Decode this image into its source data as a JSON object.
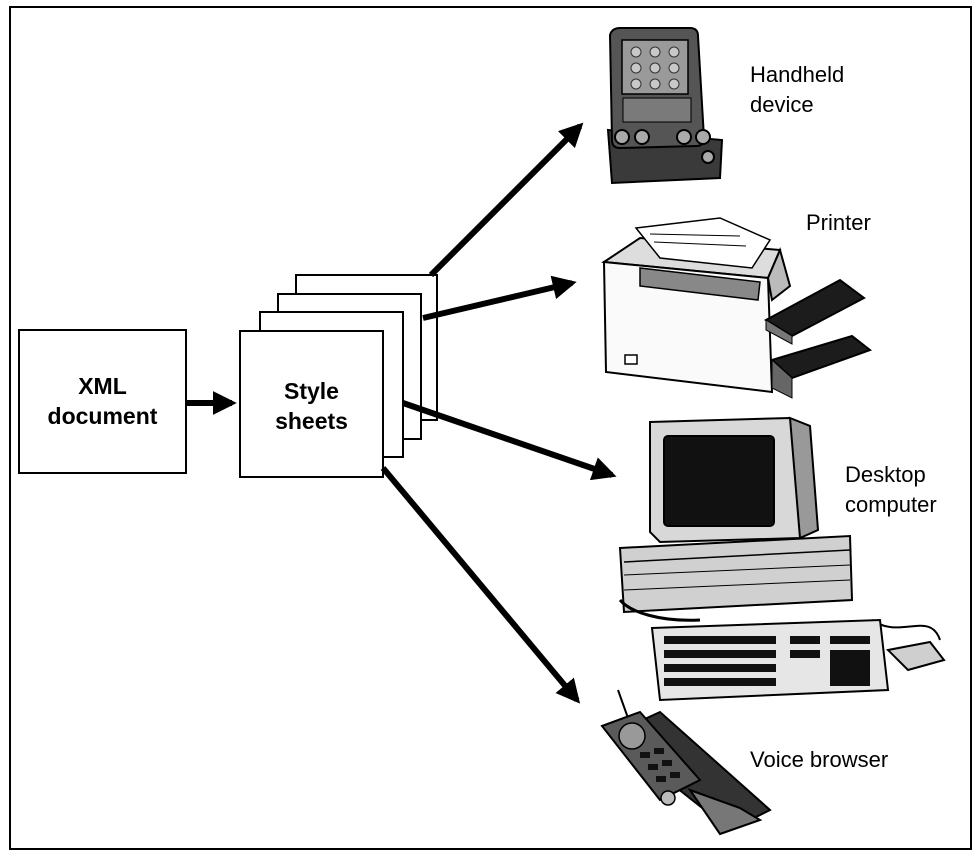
{
  "nodes": {
    "xml": {
      "line1": "XML",
      "line2": "document"
    },
    "style": {
      "line1": "Style",
      "line2": "sheets"
    }
  },
  "devices": {
    "handheld": {
      "line1": "Handheld",
      "line2": "device",
      "icon": "handheld-device-icon"
    },
    "printer": {
      "line1": "Printer",
      "icon": "printer-icon"
    },
    "desktop": {
      "line1": "Desktop",
      "line2": "computer",
      "icon": "desktop-computer-icon"
    },
    "voice": {
      "line1": "Voice browser",
      "icon": "mobile-phone-icon"
    }
  }
}
